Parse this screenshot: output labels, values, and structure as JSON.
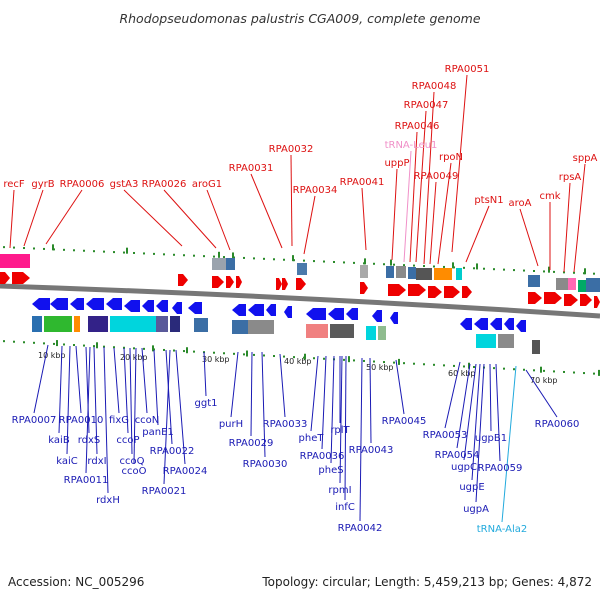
{
  "title": "Rhodopseudomonas palustris CGA009, complete genome",
  "accession": "Accession: NC_005296",
  "topology": "Topology: circular; Length: 5,459,213 bp; Genes: 4,872",
  "colors": {
    "forward_label": "#dd1111",
    "reverse_label": "#1a1ab4",
    "forward_trna": "#f090c8",
    "reverse_trna": "#22aadd",
    "forward_arrow": "#ee0000",
    "reverse_arrow": "#1111ee",
    "dot_track": "#2a8a2a",
    "backbone": "#777777"
  },
  "scale_ticks": [
    "10 kbp",
    "20 kbp",
    "30 kbp",
    "40 kbp",
    "50 kbp",
    "60 kbp",
    "70 kbp"
  ],
  "forward_genes": [
    "recF",
    "gyrB",
    "RPA0006",
    "gstA3",
    "RPA0026",
    "aroG1",
    "RPA0031",
    "RPA0032",
    "RPA0034",
    "RPA0041",
    "uppP",
    "tRNA-Leu1",
    "RPA0046",
    "RPA0047",
    "RPA0048",
    "RPA0051",
    "rpoN",
    "RPA0049",
    "ptsN1",
    "aroA",
    "cmk",
    "rpsA",
    "sppA"
  ],
  "reverse_genes": [
    "RPA0007",
    "kaiB",
    "kaiC",
    "RPA0010",
    "rdxS",
    "rdxI",
    "RPA0011",
    "rdxH",
    "fixG",
    "ccoP",
    "ccoQ",
    "ccoO",
    "ccoN",
    "panE1",
    "RPA0022",
    "RPA0024",
    "RPA0021",
    "ggt1",
    "purH",
    "RPA0029",
    "RPA0030",
    "RPA0033",
    "pheT",
    "RPA0036",
    "pheS",
    "rplT",
    "rpmI",
    "infC",
    "RPA0043",
    "RPA0042",
    "RPA0045",
    "RPA0053",
    "RPA0054",
    "ugpC",
    "ugpE",
    "ugpA",
    "ugpB1",
    "RPA0059",
    "tRNA-Ala2",
    "RPA0060"
  ]
}
